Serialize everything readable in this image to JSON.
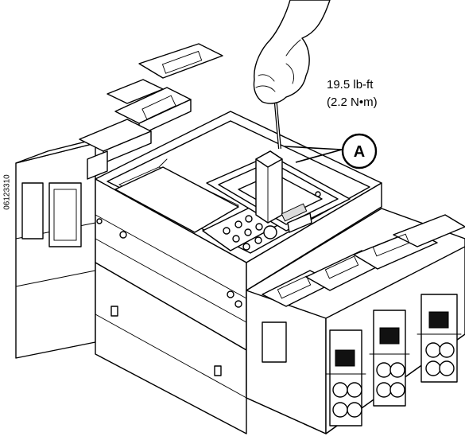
{
  "torque": {
    "imperial": "19.5 lb-ft",
    "metric": "(2.2 N•m)"
  },
  "callout": {
    "letter": "A"
  },
  "figure_id": "06123310"
}
